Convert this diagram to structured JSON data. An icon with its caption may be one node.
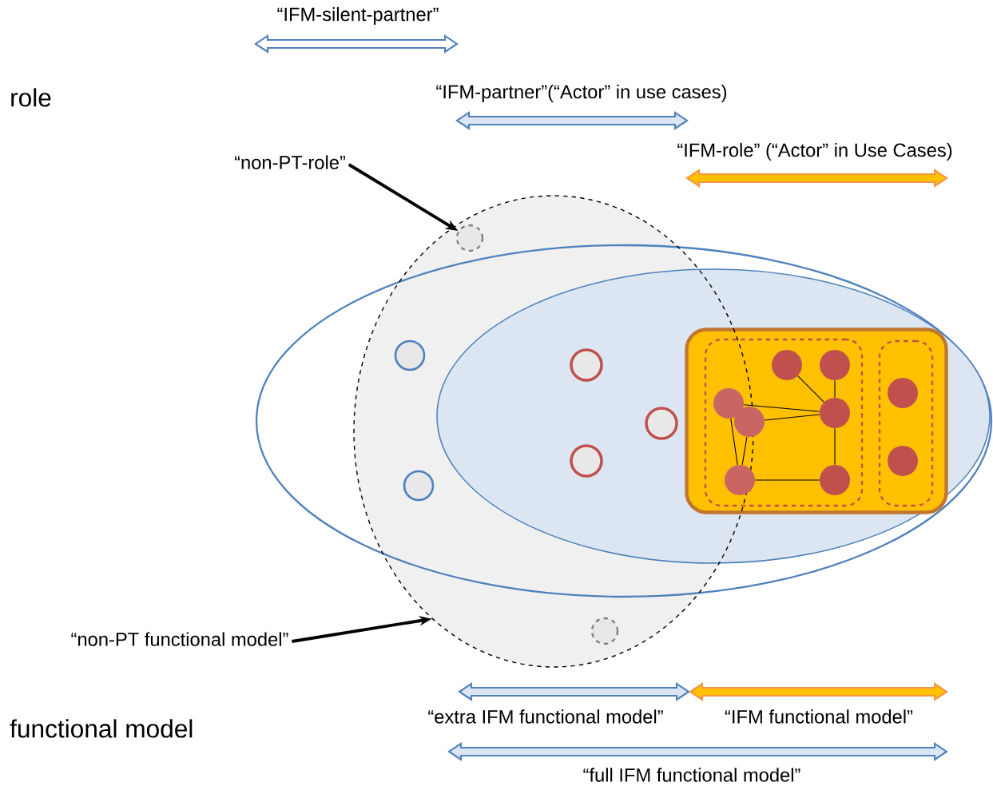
{
  "diagram": {
    "nodes": [
      {
        "text": [
          "“non-PT-role”"
        ]
      },
      {
        "text": [],
        "shape": "ellipse"
      },
      {
        "text": [],
        "shape": "circle",
        "in": 1
      },
      {
        "text": [],
        "shape": "ellipse"
      },
      {
        "text": [],
        "shape": "ellipse",
        "in": 3
      },
      {
        "text": [],
        "shape": "circle"
      },
      {
        "text": [],
        "shape": "circle"
      },
      {
        "text": [],
        "shape": "circle"
      },
      {
        "text": [],
        "shape": "circle"
      },
      {
        "text": [],
        "shape": "circle"
      },
      {
        "text": [],
        "shape": "box",
        "in": 4
      },
      {
        "text": [],
        "shape": "box",
        "in": 10
      },
      {
        "text": [],
        "shape": "circle",
        "in": 11
      },
      {
        "text": [],
        "shape": "circle",
        "in": 11
      },
      {
        "text": [],
        "shape": "circle"
      },
      {
        "text": [],
        "shape": "circle",
        "in": 11
      },
      {
        "text": [],
        "shape": "circle",
        "in": 11
      },
      {
        "text": [],
        "shape": "circle"
      },
      {
        "text": [],
        "shape": "circle",
        "in": 11
      },
      {
        "text": [],
        "shape": "box",
        "in": 10
      },
      {
        "text": [],
        "shape": "circle",
        "in": 19
      },
      {
        "text": [],
        "shape": "circle",
        "in": 19
      },
      {
        "text": [],
        "shape": "circle",
        "in": 1
      },
      {
        "text": [
          "“non-PT functional model”"
        ]
      }
    ],
    "edges": [
      {
        "from": 0,
        "to": 2,
        "arrow": "to",
        "style": "thick"
      },
      {
        "from": 23,
        "to": 1,
        "arrow": "to",
        "style": "thick"
      },
      {
        "from": 12,
        "to": 16,
        "arrow": "none"
      },
      {
        "from": 13,
        "to": 16,
        "arrow": "none"
      },
      {
        "from": 14,
        "to": 16,
        "arrow": "none"
      },
      {
        "from": 15,
        "to": 16,
        "arrow": "none"
      },
      {
        "from": 16,
        "to": 18,
        "arrow": "none"
      },
      {
        "from": 17,
        "to": 18,
        "arrow": "none"
      },
      {
        "from": 14,
        "to": 17,
        "arrow": "none"
      },
      {
        "from": 15,
        "to": 17,
        "arrow": "none"
      }
    ],
    "labels": [
      "“IFM-silent-partner”",
      "role",
      "“IFM-partner”(“Actor” in use cases)",
      "“IFM-role” (“Actor” in Use Cases)",
      "“extra IFM functional model”",
      "“IFM functional model”",
      "functional model",
      "“full IFM functional model”"
    ]
  }
}
